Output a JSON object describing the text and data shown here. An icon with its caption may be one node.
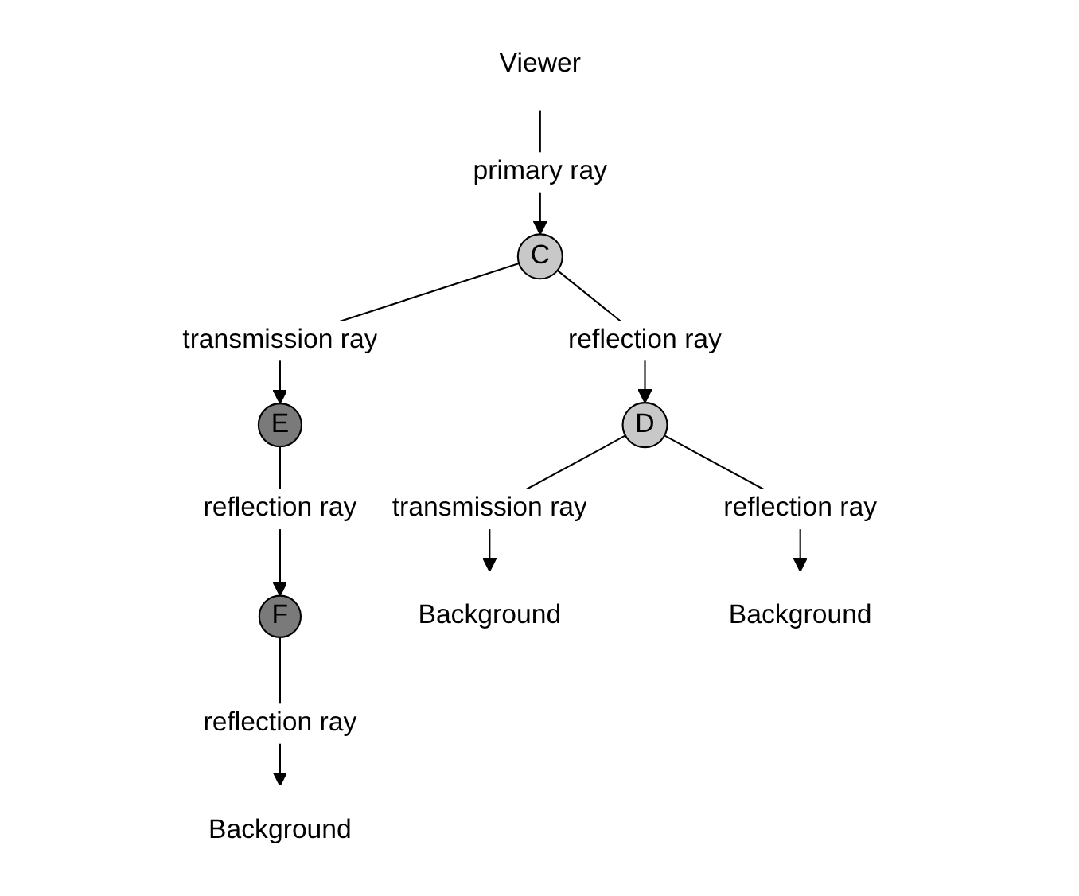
{
  "diagram": {
    "nodes": [
      {
        "text": [
          "Viewer"
        ]
      },
      {
        "text": [
          "C"
        ]
      },
      {
        "text": [
          "E"
        ]
      },
      {
        "text": [
          "D"
        ]
      },
      {
        "text": [
          "F"
        ]
      },
      {
        "text": [
          "Background"
        ]
      },
      {
        "text": [
          "Background"
        ]
      },
      {
        "text": [
          "Background"
        ]
      }
    ],
    "edges": [
      {
        "from": 0,
        "to": 1,
        "arrow": "to",
        "label": "primary ray"
      },
      {
        "from": 1,
        "to": 2,
        "arrow": "to",
        "label": "transmission ray"
      },
      {
        "from": 1,
        "to": 3,
        "arrow": "to",
        "label": "reflection ray"
      },
      {
        "from": 2,
        "to": 4,
        "arrow": "to",
        "label": "reflection ray"
      },
      {
        "from": 3,
        "to": 5,
        "arrow": "to",
        "label": "transmission ray"
      },
      {
        "from": 3,
        "to": 6,
        "arrow": "to",
        "label": "reflection ray"
      },
      {
        "from": 4,
        "to": 7,
        "arrow": "to",
        "label": "reflection ray"
      }
    ]
  }
}
